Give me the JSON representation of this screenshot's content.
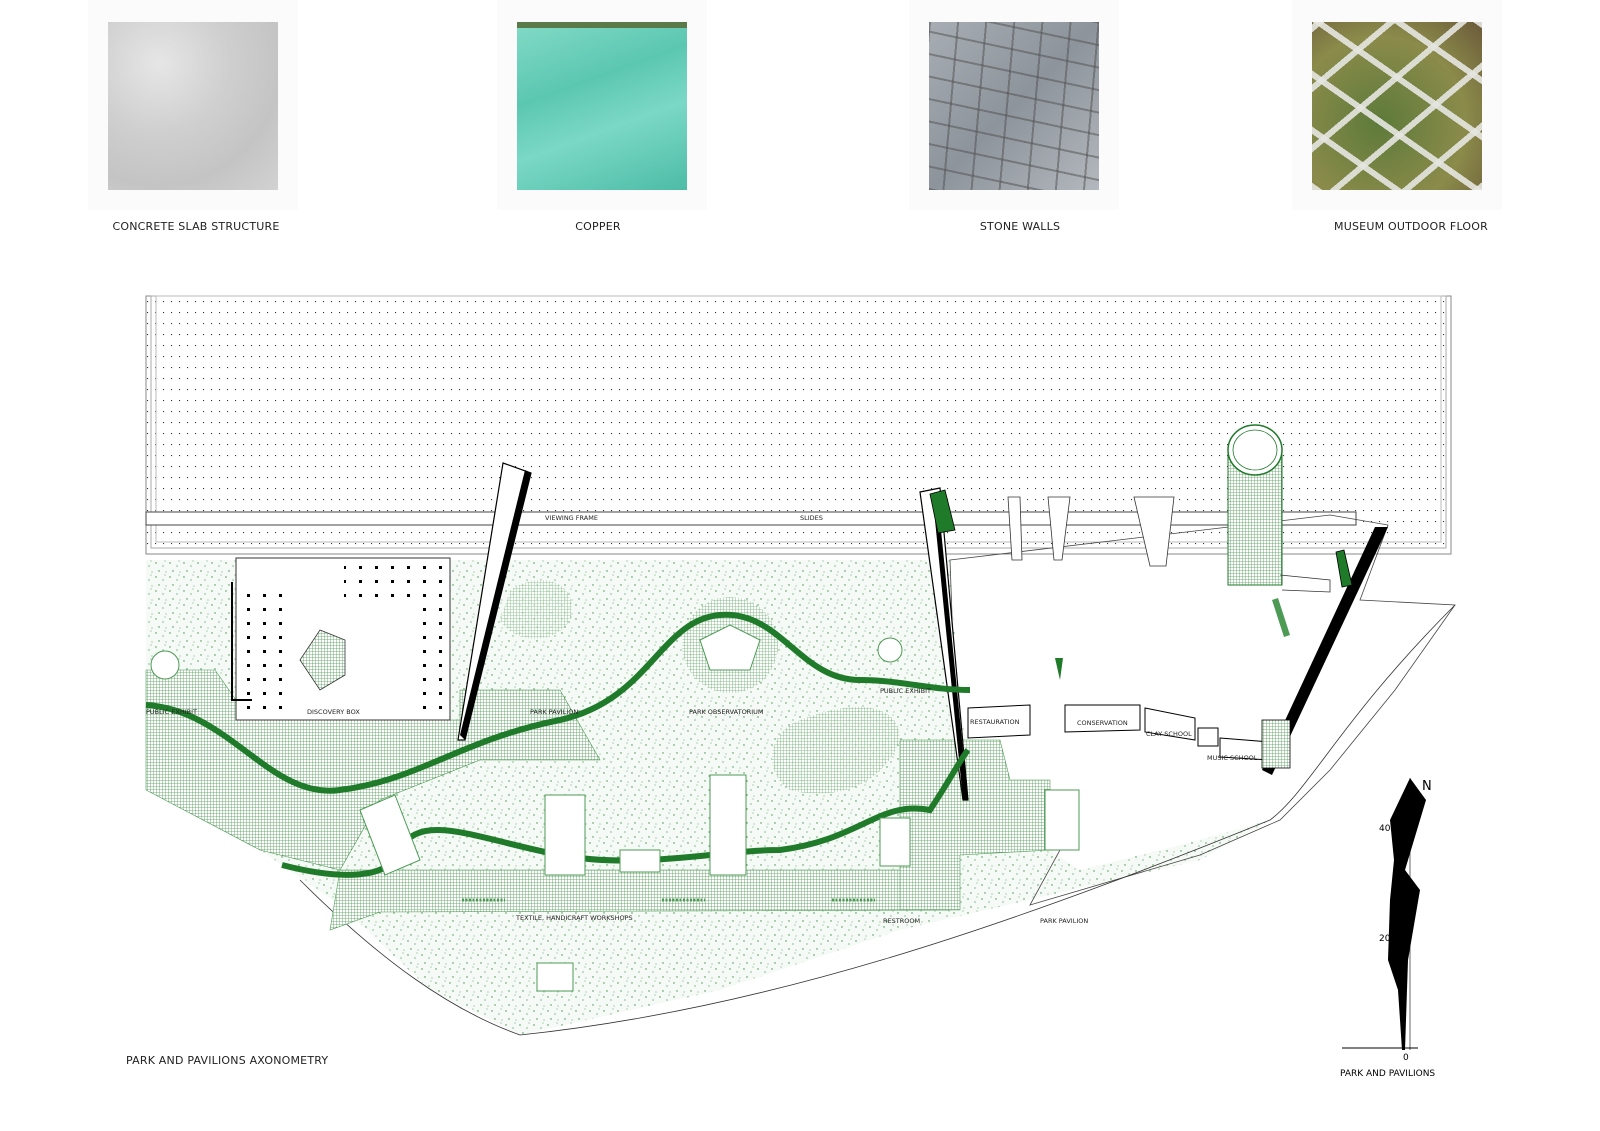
{
  "materials": [
    {
      "label": "CONCRETE SLAB STRUCTURE"
    },
    {
      "label": "COPPER"
    },
    {
      "label": "STONE WALLS"
    },
    {
      "label": "MUSEUM OUTDOOR FLOOR"
    }
  ],
  "plan_labels": {
    "viewing_frame": "VIEWING FRAME",
    "slides": "SLIDES",
    "public_exhibit_left": "PUBLIC EXHIBIT",
    "discovery_box": "DISCOVERY BOX",
    "park_pavilion_center": "PARK PAVILION",
    "park_observatorium": "PARK OBSERVATORIUM",
    "public_exhibit_right": "PUBLIC EXHIBIT",
    "restauration": "RESTAURATION",
    "conservation": "CONSERVATION",
    "clay_school": "CLAY SCHOOL",
    "music_school": "MUSIC SCHOOL",
    "textile_workshops": "TEXTILE, HANDICRAFT WORKSHOPS",
    "restroom": "RESTROOM",
    "park_pavilion_bottom": "PARK PAVILION"
  },
  "scale": {
    "north": "N",
    "tick_40": "40",
    "tick_20": "20",
    "tick_0": "0",
    "caption": "PARK AND PAVILIONS"
  },
  "caption": "PARK AND PAVILIONS AXONOMETRY",
  "colors": {
    "path_green": "#1f7a2a",
    "hatch_green": "#4d9a55",
    "speckle_green": "#3f8f46",
    "ink": "#111111"
  }
}
